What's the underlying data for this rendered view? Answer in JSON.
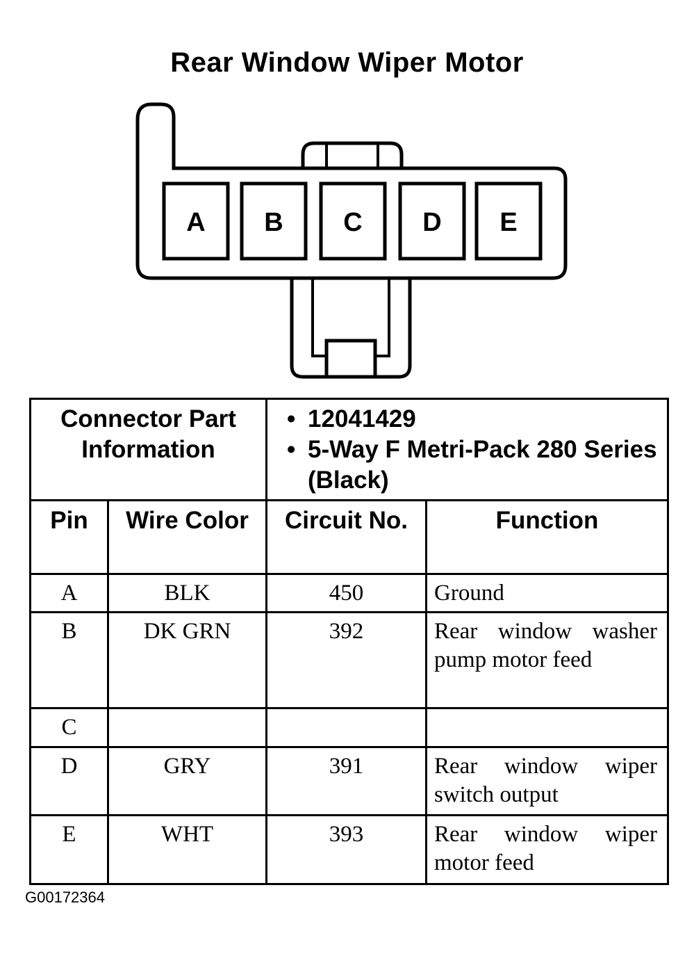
{
  "title": "Rear Window Wiper Motor",
  "connector": {
    "pins": [
      "A",
      "B",
      "C",
      "D",
      "E"
    ]
  },
  "part_info": {
    "label": "Connector Part Information",
    "items": [
      "12041429",
      "5-Way F Metri-Pack 280 Series (Black)"
    ]
  },
  "table": {
    "headers": {
      "pin": "Pin",
      "wire_color": "Wire Color",
      "circuit": "Circuit No.",
      "function": "Function"
    },
    "rows": [
      {
        "pin": "A",
        "wire_color": "BLK",
        "circuit": "450",
        "function": "Ground"
      },
      {
        "pin": "B",
        "wire_color": "DK GRN",
        "circuit": "392",
        "function": "Rear window washer pump motor feed"
      },
      {
        "pin": "C",
        "wire_color": "",
        "circuit": "",
        "function": ""
      },
      {
        "pin": "D",
        "wire_color": "GRY",
        "circuit": "391",
        "function": "Rear window wiper switch output"
      },
      {
        "pin": "E",
        "wire_color": "WHT",
        "circuit": "393",
        "function": "Rear window wiper motor feed"
      }
    ]
  },
  "figure_id": "G00172364"
}
